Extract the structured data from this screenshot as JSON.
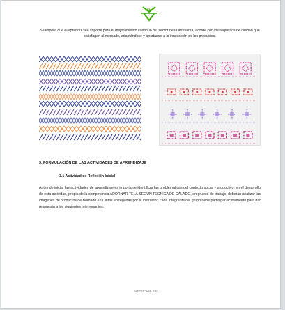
{
  "logo": {
    "text": "SENA",
    "color": "#39a900"
  },
  "intro": "Se espera que el aprendiz sea soporte para el mejoramiento continuo del sector de la artesanía, acorde con los requisitos de calidad que satisfagan al mercado, adaptándose y aportando a la innovación de los productos.",
  "section": {
    "heading": "3.  FORMULACIÓN DE LAS ACTIVIDADES DE APRENDIZAJE",
    "subheading": "3.1 Actividad de Reflexión Inicial",
    "body": "Antes de iniciar las actividades de aprendizaje es importante identificar las problemáticas del contexto social y productivo; en el desarrollo de esta actividad, propia de la competencia ADORNAR TELA SEGÚN TÉCNICA DE CALADO, en grupos de trabajo, deberán analizar las imágenes de productos de Bordado en Cintas entregadas por el instructor; cada integrante del grupo debe participar activamente para dar respuesta a los siguientes interrogantes."
  },
  "footer": {
    "code": "GFPI-F-135 V04"
  },
  "colors": {
    "band_blue": "#2f3f8f",
    "band_orange": "#e8863a",
    "band_purple": "#6b4ea0",
    "motif_pink": "#e0409a",
    "motif_red": "#d8413c",
    "motif_lilac": "#a58bd8",
    "motif_magenta": "#c53d8a"
  }
}
